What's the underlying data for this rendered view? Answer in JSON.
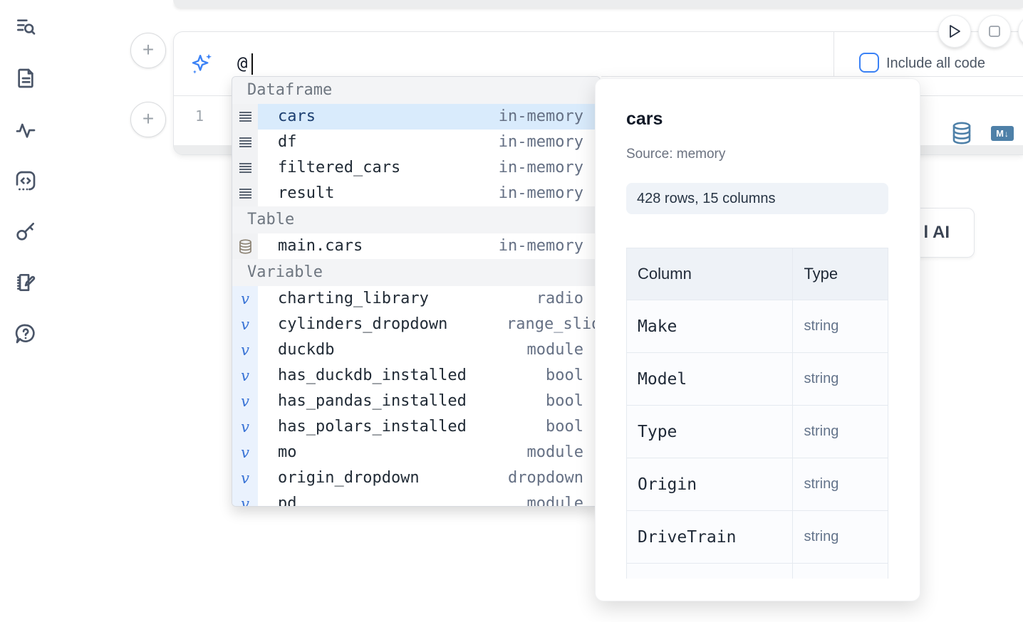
{
  "sidebar": {
    "items": [
      {
        "icon": "list-search-icon"
      },
      {
        "icon": "file-text-icon"
      },
      {
        "icon": "activity-icon"
      },
      {
        "icon": "code-snippet-icon"
      },
      {
        "icon": "key-icon"
      },
      {
        "icon": "notebook-pen-icon"
      },
      {
        "icon": "help-bubble-icon"
      }
    ]
  },
  "run_controls": {
    "play_icon": "play-icon",
    "stop_icon": "stop-icon"
  },
  "ai_cell": {
    "prompt_value": "@",
    "include_all_code_label": "Include all code",
    "sparkle_icon": "sparkles-icon"
  },
  "code_cell": {
    "line_number": "1",
    "database_icon": "database-icon",
    "markdown_badge": {
      "letter": "M",
      "arrow": "↓"
    }
  },
  "autocomplete": {
    "sections": [
      {
        "label": "Dataframe",
        "kind": "dataframe",
        "items": [
          {
            "name": "cars",
            "detail": "in-memory",
            "selected": true
          },
          {
            "name": "df",
            "detail": "in-memory"
          },
          {
            "name": "filtered_cars",
            "detail": "in-memory"
          },
          {
            "name": "result",
            "detail": "in-memory"
          }
        ]
      },
      {
        "label": "Table",
        "kind": "table",
        "items": [
          {
            "name": "main.cars",
            "detail": "in-memory"
          }
        ]
      },
      {
        "label": "Variable",
        "kind": "variable",
        "items": [
          {
            "name": "charting_library",
            "detail": "radio"
          },
          {
            "name": "cylinders_dropdown",
            "detail": "range_slider",
            "overflow": true
          },
          {
            "name": "duckdb",
            "detail": "module"
          },
          {
            "name": "has_duckdb_installed",
            "detail": "bool"
          },
          {
            "name": "has_pandas_installed",
            "detail": "bool"
          },
          {
            "name": "has_polars_installed",
            "detail": "bool"
          },
          {
            "name": "mo",
            "detail": "module"
          },
          {
            "name": "origin_dropdown",
            "detail": "dropdown"
          },
          {
            "name": "pd",
            "detail": "module"
          }
        ]
      }
    ]
  },
  "preview": {
    "title": "cars",
    "source": "Source: memory",
    "shape": "428 rows, 15 columns",
    "table": {
      "headers": [
        "Column",
        "Type"
      ],
      "rows": [
        [
          "Make",
          "string"
        ],
        [
          "Model",
          "string"
        ],
        [
          "Type",
          "string"
        ],
        [
          "Origin",
          "string"
        ],
        [
          "DriveTrain",
          "string"
        ],
        [
          "",
          ""
        ]
      ]
    }
  },
  "hidden_button": {
    "label": "l AI"
  },
  "colors": {
    "accent_blue": "#3b82f6",
    "steel_blue": "#4e80a8",
    "selection_bg": "#d9ebfc",
    "selection_text": "#1c3e70",
    "muted_text": "#657084",
    "header_bg": "#f3f4f6",
    "footer_strip": "#ecedee"
  }
}
